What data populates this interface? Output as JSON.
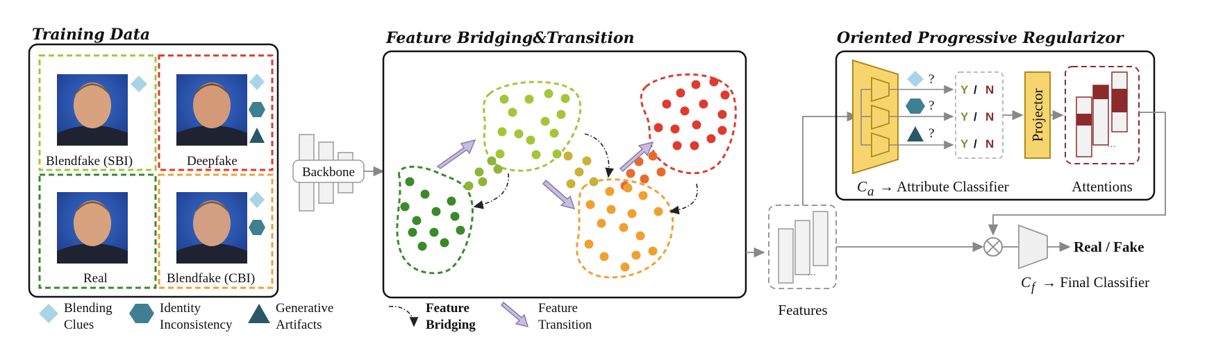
{
  "titles": {
    "training": "Training Data",
    "bridging": "Feature Bridging&Transition",
    "regularizor": "Oriented Progressive Regularizor"
  },
  "training_cells": {
    "sbi": "Blendfake (SBI)",
    "deepfake": "Deepfake",
    "real": "Real",
    "cbi": "Blendfake (CBI)"
  },
  "legend_left": {
    "blending_1": "Blending",
    "blending_2": "Clues",
    "identity_1": "Identity",
    "identity_2": "Inconsistency",
    "generative_1": "Generative",
    "generative_2": "Artifacts"
  },
  "legend_mid": {
    "bridging_1": "Feature",
    "bridging_2": "Bridging",
    "transition_1": "Feature",
    "transition_2": "Transition"
  },
  "backbone": "Backbone",
  "features": "Features",
  "projector": "Projector",
  "attentions": "Attentions",
  "attribute_classifier": {
    "symbol": "C",
    "subscript": "a",
    "text": "→ Attribute Classifier"
  },
  "final_classifier": {
    "symbol": "C",
    "subscript": "f",
    "text": "→ Final Classifier"
  },
  "output": "Real / Fake",
  "question_mark": "?",
  "yn": {
    "y": "Y",
    "slash": "/",
    "n": "N"
  },
  "colors": {
    "light_green": "#a3c639",
    "dark_green": "#3a8a2a",
    "red": "#e03a2e",
    "orange": "#f0a030",
    "light_blue": "#a8d4e6",
    "teal": "#3f7f92",
    "dark_teal": "#2a5868",
    "classifier_yellow": "#f7d56e",
    "attention_brown": "#8b2b2b",
    "arrow_purple": "#c8bde0"
  }
}
